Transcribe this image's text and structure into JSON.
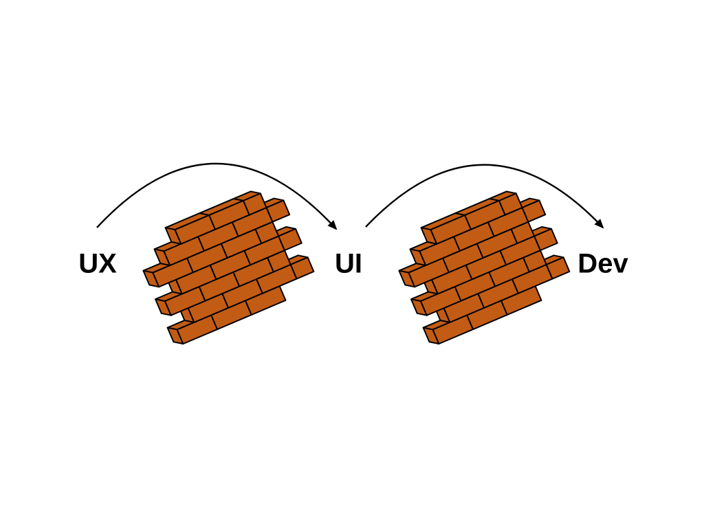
{
  "flow": {
    "nodes": [
      {
        "id": "ux",
        "label": "UX"
      },
      {
        "id": "ui",
        "label": "UI"
      },
      {
        "id": "dev",
        "label": "Dev"
      }
    ],
    "connections": [
      {
        "from": "UX",
        "to": "UI",
        "obstacle": "brick-wall"
      },
      {
        "from": "UI",
        "to": "Dev",
        "obstacle": "brick-wall"
      }
    ]
  },
  "colors": {
    "brick": "#C25C14",
    "outline": "#000000",
    "arrow": "#000000",
    "text": "#000000",
    "background": "#FFFFFF"
  }
}
